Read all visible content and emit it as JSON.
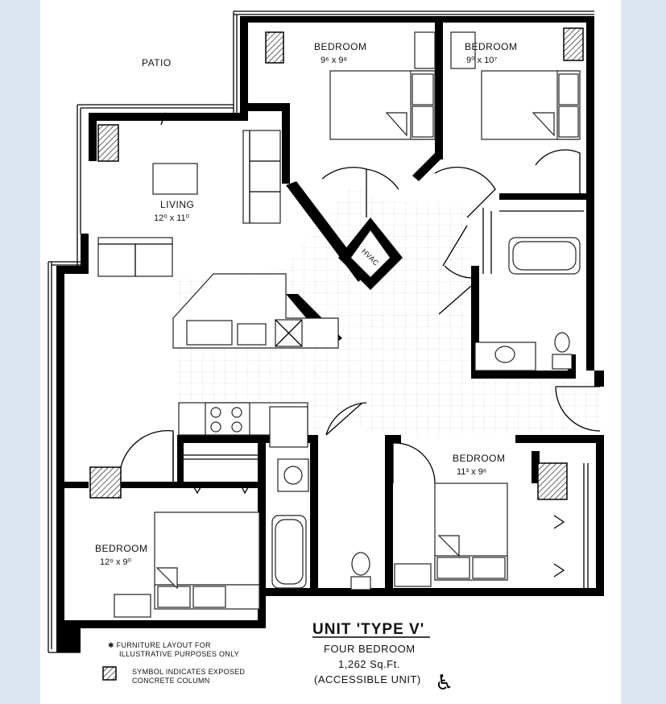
{
  "plan": {
    "patio_label": "PATIO",
    "rooms": [
      {
        "id": "bedroom-top-left",
        "name": "BEDROOM",
        "dims": "9⁶ x 9⁸"
      },
      {
        "id": "bedroom-top-right",
        "name": "BEDROOM",
        "dims": "9⁰ x 10⁷"
      },
      {
        "id": "living",
        "name": "LIVING",
        "dims": "12⁰ x 11⁰"
      },
      {
        "id": "bedroom-bottom-left",
        "name": "BEDROOM",
        "dims": "12⁹ x 9⁰"
      },
      {
        "id": "bedroom-bottom-right",
        "name": "BEDROOM",
        "dims": "11³ x 9⁶"
      }
    ],
    "hvac_label": "HVAC",
    "unit_title": "UNIT 'TYPE V'",
    "unit_type": "FOUR BEDROOM",
    "unit_area": "1,262 Sq.Ft.",
    "unit_note": "(ACCESSIBLE UNIT)",
    "accessible_symbol": "♿",
    "legend": {
      "furniture_line1": "✱ FURNITURE LAYOUT FOR",
      "furniture_line2": "ILLUSTRATIVE PURPOSES ONLY",
      "column_line1": "SYMBOL INDICATES EXPOSED",
      "column_line2": "CONCRETE COLUMN"
    }
  }
}
